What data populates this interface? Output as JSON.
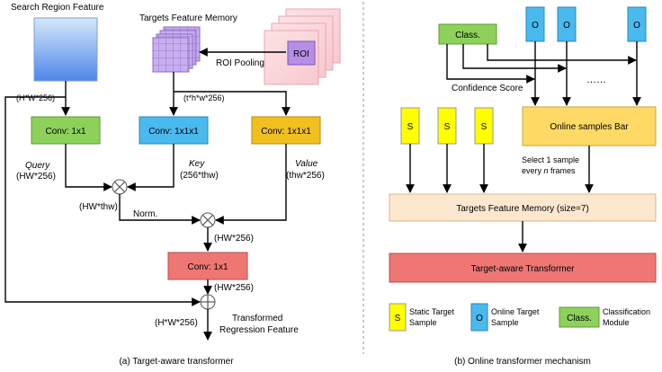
{
  "left": {
    "search_region_feature": "Search Region Feature",
    "targets_feature_memory": "Targets Feature Memory",
    "roi_label": "ROI",
    "roi_pooling": "ROI Pooling",
    "dim_hw256_top": "(H*W*256)",
    "dim_thw256": "(t*h*w*256)",
    "conv_query": "Conv: 1x1",
    "conv_key": "Conv: 1x1x1",
    "conv_value": "Conv: 1x1x1",
    "query_label": "Query",
    "query_dim": "(HW*256)",
    "key_label": "Key",
    "key_dim": "(256*thw)",
    "value_label": "Value",
    "value_dim": "(thw*256)",
    "hw_thw": "(HW*thw)",
    "norm": "Norm.",
    "hw256_a": "(HW*256)",
    "conv_out": "Conv: 1x1",
    "hw256_b": "(HW*256)",
    "hw256_left": "(H*W*256)",
    "transformed_1": "Transformed",
    "transformed_2": "Regression Feature",
    "caption": "(a) Target-aware transformer"
  },
  "right": {
    "class_label": "Class.",
    "online_o": "O",
    "confidence_score": "Confidence Score",
    "dots": "……",
    "static_s": "S",
    "online_samples_bar": "Online samples Bar",
    "select_1": "Select 1 sample",
    "select_2a": "every ",
    "select_2n": "n",
    "select_2b": " frames",
    "memory_size": "Targets Feature Memory (size=7)",
    "transformer": "Target-aware Transformer",
    "legend_static_1": "Static Target",
    "legend_static_2": "Sample",
    "legend_online_1": "Online Target",
    "legend_online_2": "Sample",
    "legend_class_1": "Classification",
    "legend_class_2": "Module",
    "caption": "(b) Online  transformer mechanism"
  },
  "colors": {
    "green": "#8dd15a",
    "blue": "#4ab9ee",
    "orange": "#f0c020",
    "red": "#ee7774",
    "yellow": "#ffff00",
    "peach": "#fde8cf",
    "bar": "#ffd966",
    "grid": "#c8aef0"
  }
}
